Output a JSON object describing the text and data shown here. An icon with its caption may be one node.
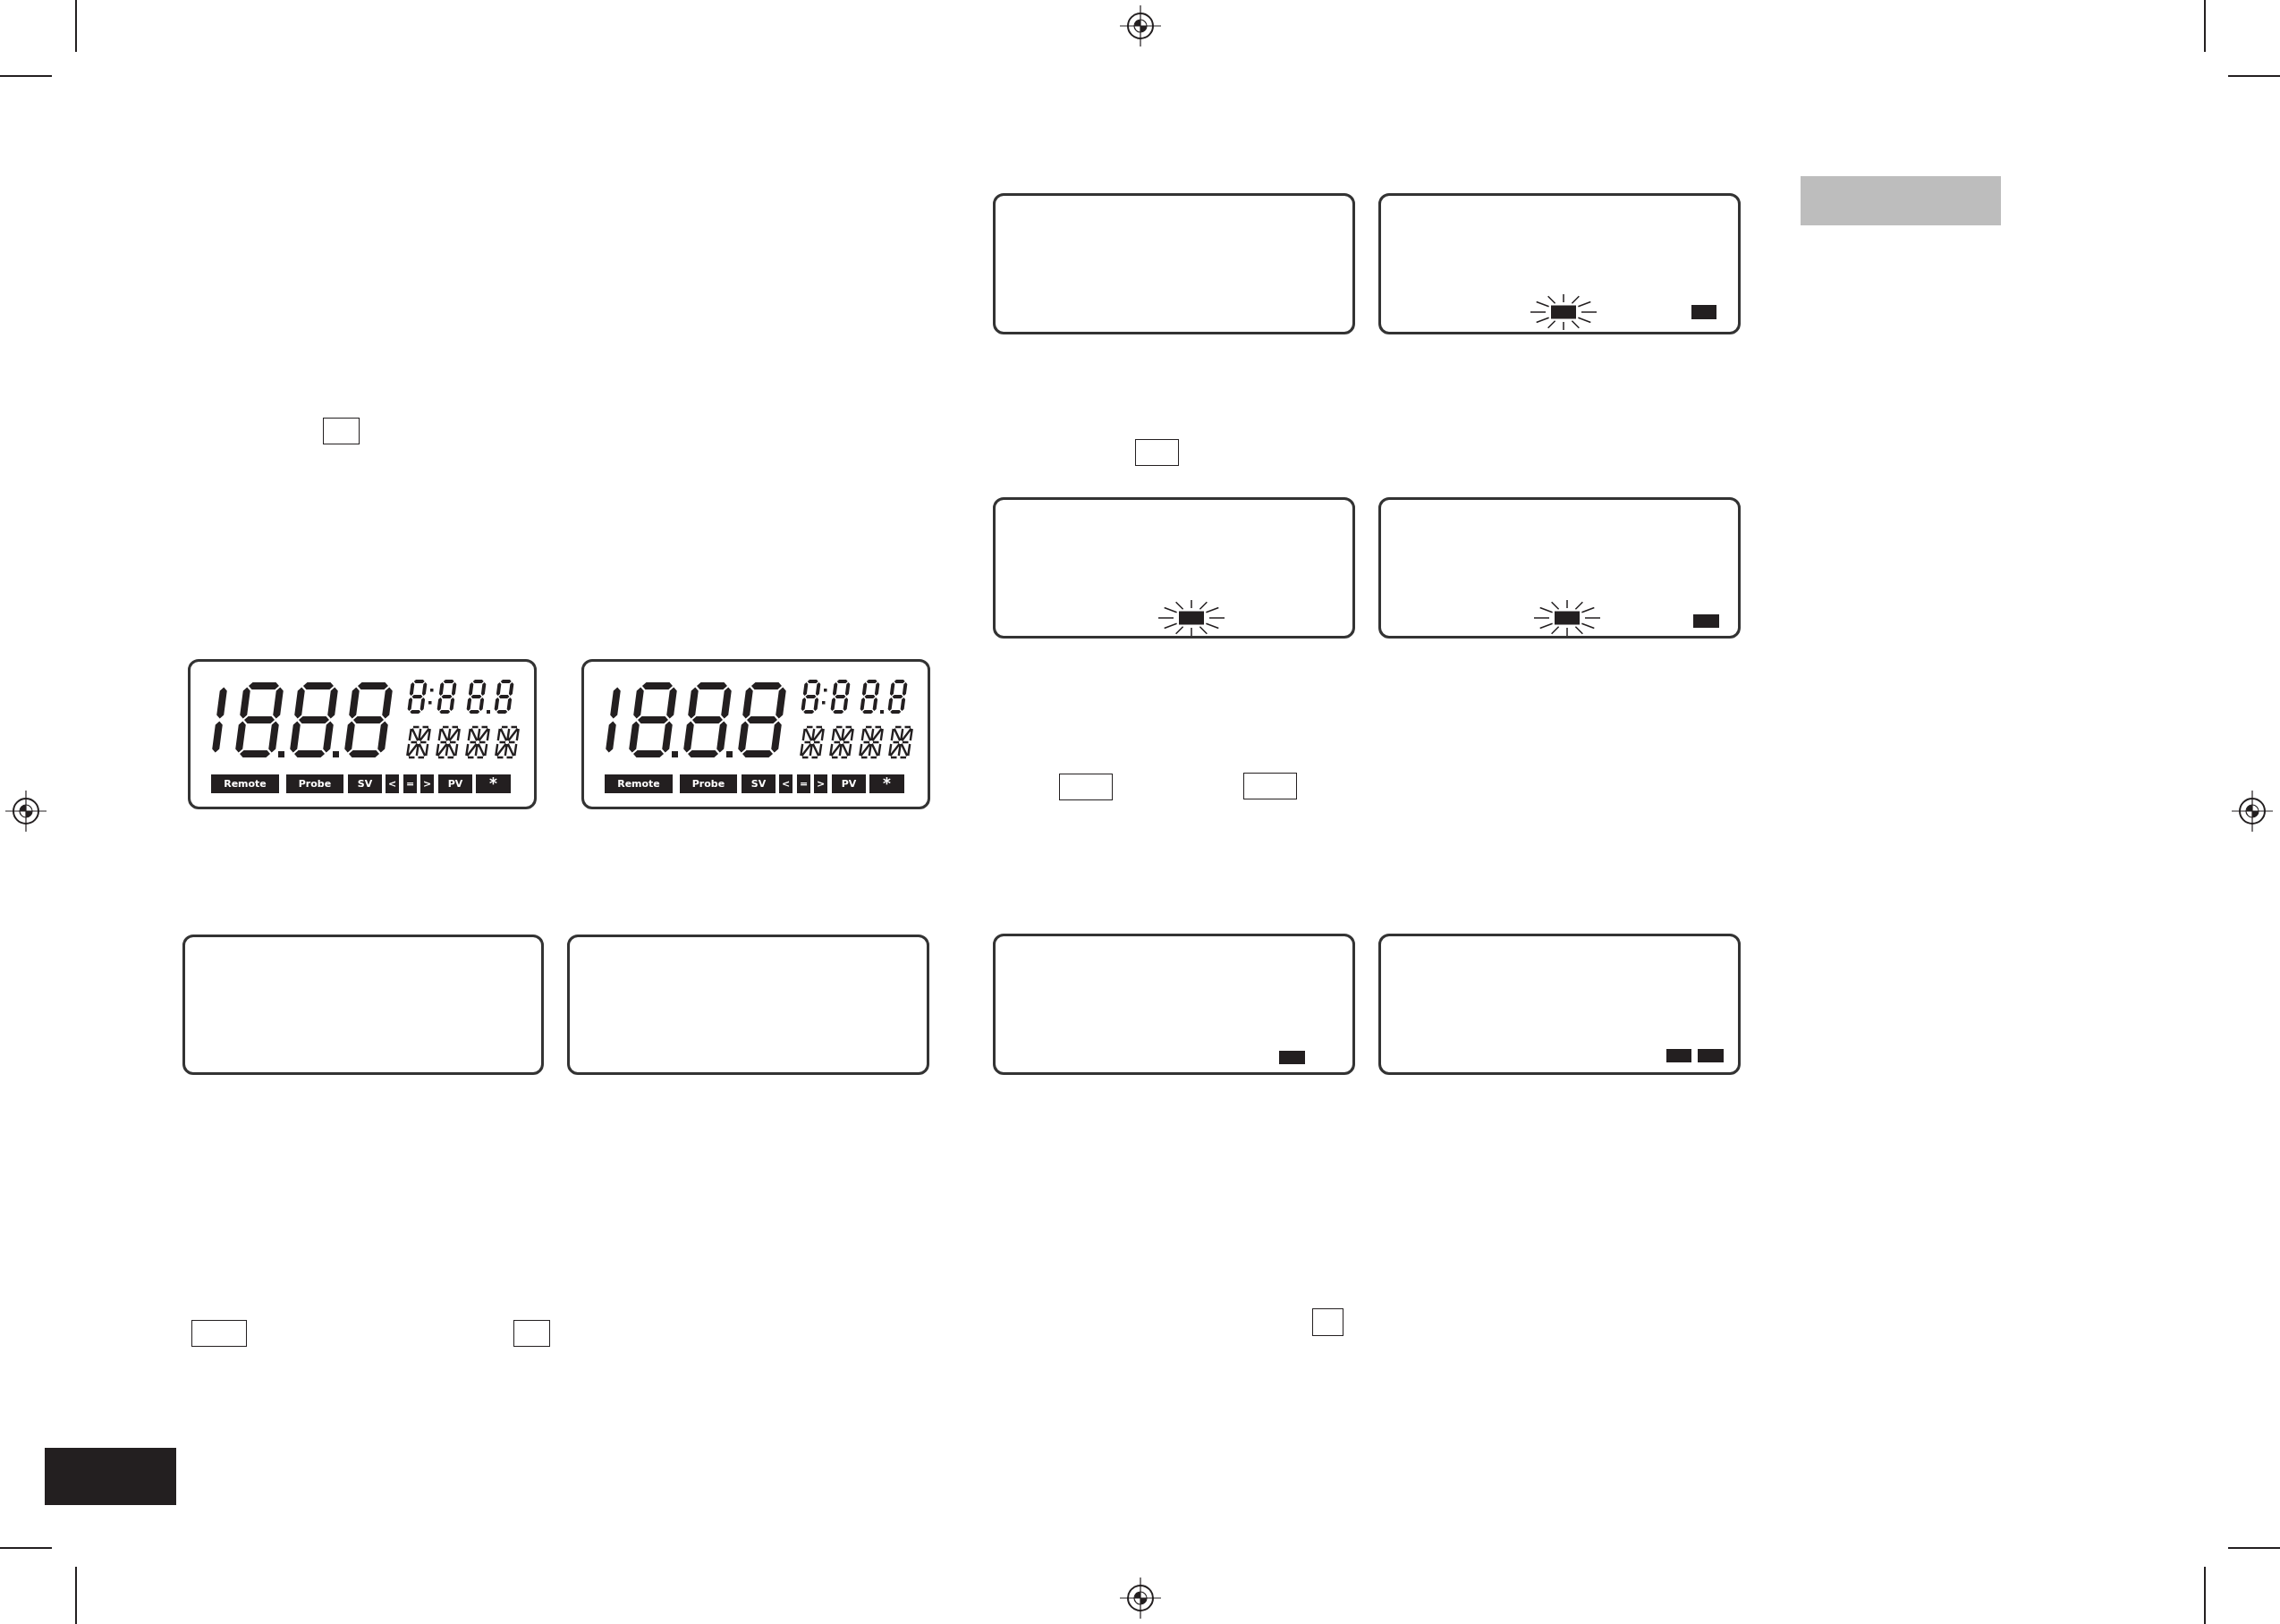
{
  "diagram": {
    "nodes": [
      {
        "text": [],
        "shape": "box"
      },
      {
        "text": [],
        "shape": "box"
      },
      {
        "text": [
          "Remote"
        ],
        "in": 1
      },
      {
        "text": [
          "Probe"
        ],
        "in": 1
      },
      {
        "text": [
          "SV"
        ],
        "in": 1
      },
      {
        "text": [
          "<"
        ],
        "in": 1
      },
      {
        "text": [
          "="
        ],
        "in": 1
      },
      {
        "text": [
          ">"
        ],
        "in": 1
      },
      {
        "text": [
          "PV"
        ],
        "in": 1
      },
      {
        "text": [
          "*"
        ],
        "in": 1
      },
      {
        "text": [],
        "shape": "box"
      },
      {
        "text": [
          "Remote"
        ],
        "in": 10
      },
      {
        "text": [
          "Probe"
        ],
        "in": 10
      },
      {
        "text": [
          "SV"
        ],
        "in": 10
      },
      {
        "text": [
          "<"
        ],
        "in": 10
      },
      {
        "text": [
          "="
        ],
        "in": 10
      },
      {
        "text": [
          ">"
        ],
        "in": 10
      },
      {
        "text": [
          "PV"
        ],
        "in": 10
      },
      {
        "text": [
          "*"
        ],
        "in": 10
      },
      {
        "text": [],
        "shape": "box"
      },
      {
        "text": [],
        "shape": "box"
      },
      {
        "text": [],
        "shape": "box"
      },
      {
        "text": [],
        "shape": "box"
      },
      {
        "text": [],
        "shape": "box"
      },
      {
        "text": [],
        "shape": "box"
      },
      {
        "text": [],
        "shape": "box"
      },
      {
        "text": [],
        "shape": "box"
      },
      {
        "text": [],
        "shape": "box",
        "in": 26
      },
      {
        "text": [],
        "shape": "box",
        "in": 26
      },
      {
        "text": [],
        "shape": "box"
      },
      {
        "text": [],
        "shape": "box"
      },
      {
        "text": [],
        "shape": "box",
        "in": 30
      },
      {
        "text": [],
        "shape": "box"
      },
      {
        "text": [],
        "shape": "box",
        "in": 32
      },
      {
        "text": [],
        "shape": "box",
        "in": 32
      },
      {
        "text": [],
        "shape": "box"
      },
      {
        "text": [],
        "shape": "box"
      },
      {
        "text": [],
        "shape": "box"
      },
      {
        "text": [],
        "shape": "box",
        "in": 37
      },
      {
        "text": [],
        "shape": "box"
      },
      {
        "text": [],
        "shape": "box",
        "in": 39
      },
      {
        "text": [],
        "shape": "box",
        "in": 39
      },
      {
        "text": [],
        "shape": "box"
      }
    ]
  }
}
